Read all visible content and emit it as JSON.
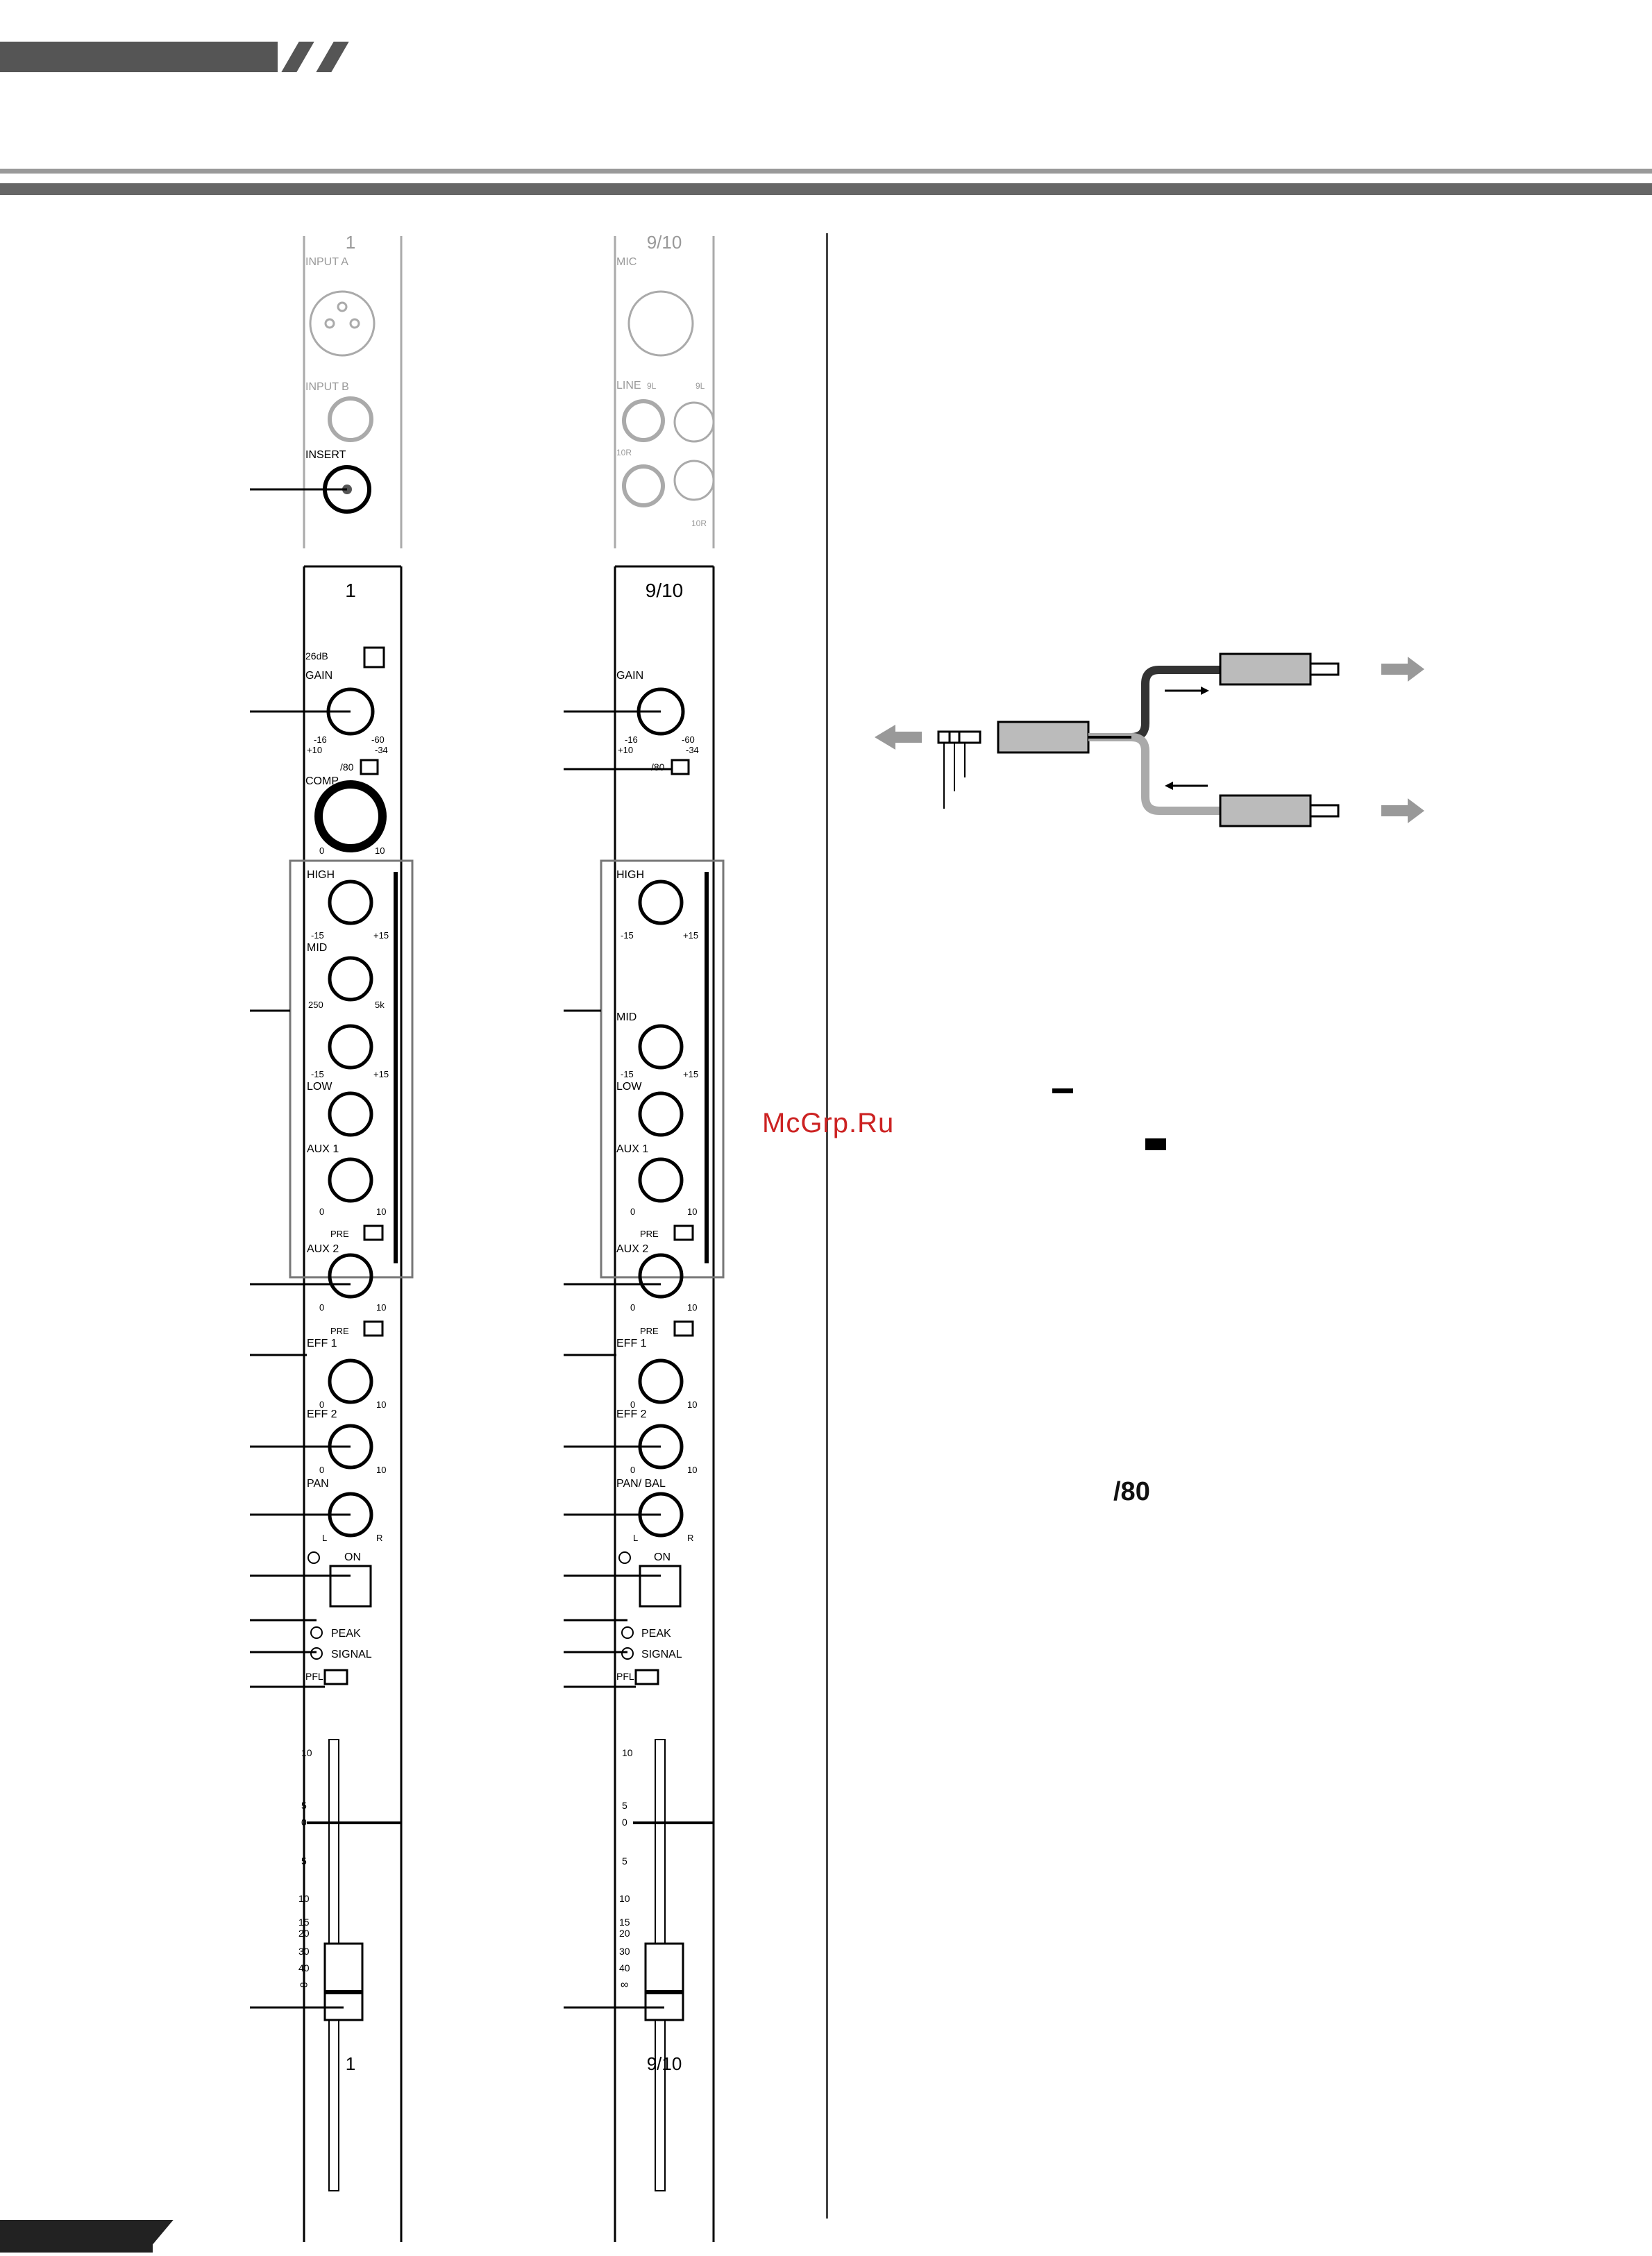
{
  "watermark": "McGrp.Ru",
  "strip1": {
    "top_number": "1",
    "input_a": "INPUT A",
    "input_b": "INPUT B",
    "insert": "INSERT",
    "header_number": "1",
    "pad": "26dB",
    "gain": "GAIN",
    "gain_scale": [
      "-16",
      "-60",
      "+10",
      "-34"
    ],
    "hpf": "/80",
    "comp": "COMP",
    "comp_scale": [
      "0",
      "10"
    ],
    "high": "HIGH",
    "eq_scale": [
      "-15",
      "+15"
    ],
    "mid": "MID",
    "mid_scale": [
      "250",
      "5k"
    ],
    "low": "LOW",
    "aux1": "AUX 1",
    "aux2": "AUX 2",
    "eff1": "EFF 1",
    "eff2": "EFF 2",
    "send_scale": [
      "0",
      "10"
    ],
    "pre": "PRE",
    "pan": "PAN",
    "pan_scale": [
      "L",
      "R"
    ],
    "on": "ON",
    "peak": "PEAK",
    "signal": "SIGNAL",
    "pfl": "PFL",
    "fader_scale": [
      "10",
      "5",
      "0",
      "5",
      "10",
      "15",
      "20",
      "30",
      "40",
      "∞"
    ],
    "bottom_number": "1"
  },
  "strip2": {
    "top_number": "9/10",
    "mic": "MIC",
    "line": "LINE",
    "ch9l": "9L",
    "ch10r": "10R",
    "header_number": "9/10",
    "gain": "GAIN",
    "gain_scale": [
      "-16",
      "-60",
      "+10",
      "-34"
    ],
    "hpf": "/80",
    "high": "HIGH",
    "eq_scale": [
      "-15",
      "+15"
    ],
    "mid": "MID",
    "low": "LOW",
    "aux1": "AUX 1",
    "aux2": "AUX 2",
    "eff1": "EFF 1",
    "eff2": "EFF 2",
    "send_scale": [
      "0",
      "10"
    ],
    "pre": "PRE",
    "pan": "PAN/ BAL",
    "pan_scale": [
      "L",
      "R"
    ],
    "on": "ON",
    "peak": "PEAK",
    "signal": "SIGNAL",
    "pfl": "PFL",
    "fader_scale": [
      "10",
      "5",
      "0",
      "5",
      "10",
      "15",
      "20",
      "30",
      "40",
      "∞"
    ],
    "bottom_number": "9/10"
  },
  "hpf_symbol": "/80"
}
